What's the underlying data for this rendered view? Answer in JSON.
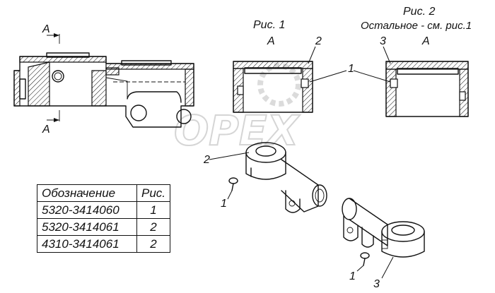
{
  "section_marks": {
    "top": "A",
    "bottom": "A"
  },
  "fig1": {
    "title": "Рис. 1",
    "view": "A",
    "callouts": [
      "1",
      "2"
    ]
  },
  "fig2": {
    "title": "Рис. 2",
    "subtitle": "Остальное - см. рис.1",
    "view": "A",
    "callouts": [
      "3"
    ]
  },
  "main_callouts": {
    "pin_upper": "1",
    "bushing_upper": "2",
    "pin_lower": "1",
    "bushing_lower": "3"
  },
  "watermark": "OPEX",
  "spec_table": {
    "headers": [
      "Обозначение",
      "Рис."
    ],
    "rows": [
      {
        "code": "5320-3414060",
        "fig": "1"
      },
      {
        "code": "5320-3414061",
        "fig": "2"
      },
      {
        "code": "4310-3414061",
        "fig": "2"
      }
    ]
  }
}
